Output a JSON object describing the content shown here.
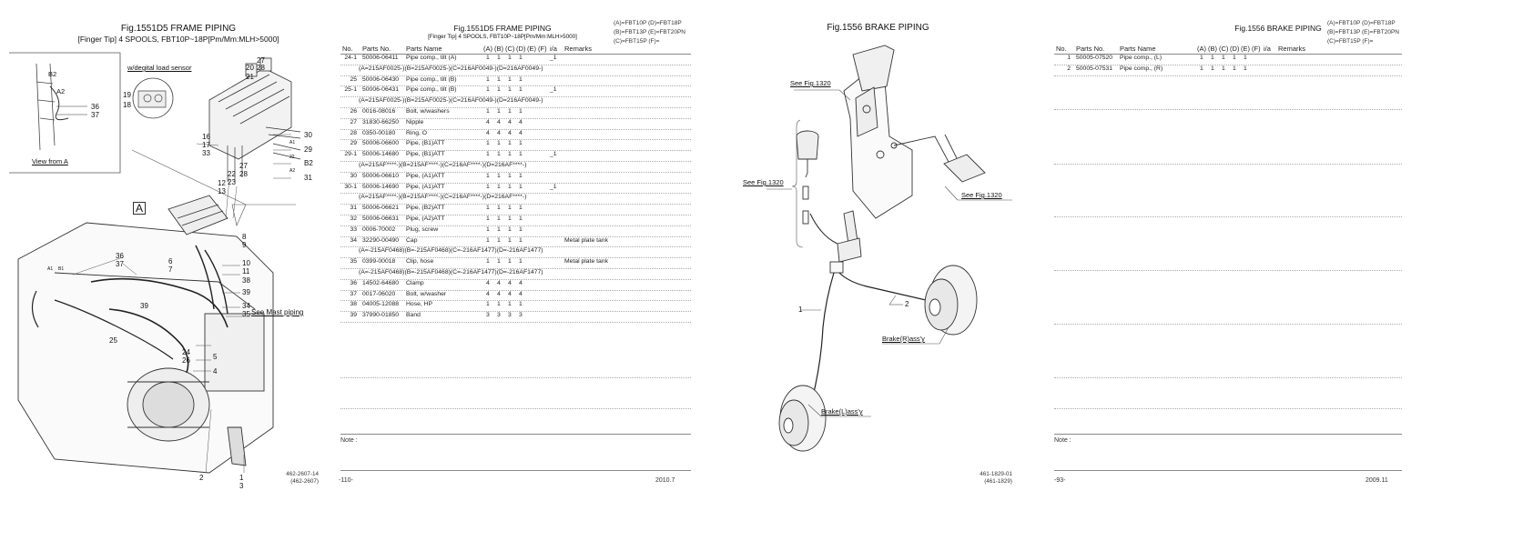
{
  "left_page": {
    "fig_title": "Fig.1551D5  FRAME PIPING",
    "fig_subtitle": "[Finger Tip] 4 SPOOLS, FBT10P~18P[Pm/Mm:MLH>5000]",
    "inset_labels": {
      "b2": "B2",
      "a2": "A2",
      "n36": "36",
      "n37": "37",
      "view": "View from A"
    },
    "load_sensor": "w/degital load sensor",
    "callouts_top": [
      "27",
      "20",
      "28",
      "21",
      "19",
      "18",
      "16",
      "17",
      "33",
      "30",
      "A1",
      "29",
      "32",
      "B2",
      "A2",
      "31",
      "27",
      "28",
      "22",
      "23",
      "12",
      "13"
    ],
    "callouts_main": [
      "A",
      "8",
      "9",
      "10",
      "11",
      "36",
      "37",
      "6",
      "7",
      "38",
      "39",
      "34",
      "35",
      "39",
      "25",
      "24",
      "26",
      "5",
      "4",
      "2",
      "1",
      "3",
      "A1",
      "B1"
    ],
    "see_mast": "See Mast piping",
    "code": [
      "462-2607-14",
      "(462-2607)"
    ]
  },
  "left_table": {
    "fig_title": "Fig.1551D5  FRAME PIPING",
    "fig_subtitle": "[Finger Tip] 4 SPOOLS, FBT10P~18P[Pm/Mm:MLH>5000]",
    "legend": [
      "(A)=FBT10P (D)=FBT18P",
      "(B)=FBT13P (E)=FBT20PN",
      "(C)=FBT15P (F)="
    ],
    "headers": {
      "no": "No.",
      "parts_no": "Parts No.",
      "parts_name": "Parts Name",
      "a": "(A)",
      "b": "(B)",
      "c": "(C)",
      "d": "(D)",
      "e": "(E)",
      "f": "(F)",
      "ia": "i/a",
      "remarks": "Remarks"
    },
    "rows": [
      {
        "no": "24-1",
        "parts_no": "50006-06411",
        "name": "Pipe comp., tilt (A)",
        "a": "1",
        "b": "1",
        "c": "1",
        "d": "1",
        "ia": "_1",
        "remarks": ""
      },
      {
        "note": "(A=215AF0025-)(B=215AF0025-)(C=216AF0049-)(D=216AF0049-)"
      },
      {
        "no": "25",
        "parts_no": "50006-06430",
        "name": "Pipe comp., tilt (B)",
        "a": "1",
        "b": "1",
        "c": "1",
        "d": "1",
        "ia": "",
        "remarks": ""
      },
      {
        "no": "25-1",
        "parts_no": "50006-06431",
        "name": "Pipe comp., tilt (B)",
        "a": "1",
        "b": "1",
        "c": "1",
        "d": "1",
        "ia": "_1",
        "remarks": ""
      },
      {
        "note": "(A=215AF0025-)(B=215AF0025-)(C=216AF0049-)(D=216AF0049-)"
      },
      {
        "no": "26",
        "parts_no": "0016-08016",
        "name": "Bolt, w/washers",
        "a": "1",
        "b": "1",
        "c": "1",
        "d": "1",
        "ia": "",
        "remarks": ""
      },
      {
        "no": "27",
        "parts_no": "31830-66250",
        "name": "Nipple",
        "a": "4",
        "b": "4",
        "c": "4",
        "d": "4",
        "ia": "",
        "remarks": ""
      },
      {
        "no": "28",
        "parts_no": "0350-00180",
        "name": "Ring, O",
        "a": "4",
        "b": "4",
        "c": "4",
        "d": "4",
        "ia": "",
        "remarks": ""
      },
      {
        "no": "29",
        "parts_no": "50006-06600",
        "name": "Pipe, (B1)ATT",
        "a": "1",
        "b": "1",
        "c": "1",
        "d": "1",
        "ia": "",
        "remarks": ""
      },
      {
        "no": "29-1",
        "parts_no": "50006-14680",
        "name": "Pipe, (B1)ATT",
        "a": "1",
        "b": "1",
        "c": "1",
        "d": "1",
        "ia": "_1",
        "remarks": ""
      },
      {
        "note": "(A=215AF****-)(B=215AF****-)(C=216AF****-)(D=216AF****-)"
      },
      {
        "no": "30",
        "parts_no": "50006-06610",
        "name": "Pipe, (A1)ATT",
        "a": "1",
        "b": "1",
        "c": "1",
        "d": "1",
        "ia": "",
        "remarks": ""
      },
      {
        "no": "30-1",
        "parts_no": "50006-14690",
        "name": "Pipe, (A1)ATT",
        "a": "1",
        "b": "1",
        "c": "1",
        "d": "1",
        "ia": "_1",
        "remarks": ""
      },
      {
        "note": "(A=215AF****-)(B=215AF****-)(C=216AF****-)(D=216AF****-)"
      },
      {
        "no": "31",
        "parts_no": "50006-06621",
        "name": "Pipe, (B2)ATT",
        "a": "1",
        "b": "1",
        "c": "1",
        "d": "1",
        "ia": "",
        "remarks": ""
      },
      {
        "no": "32",
        "parts_no": "50006-06631",
        "name": "Pipe, (A2)ATT",
        "a": "1",
        "b": "1",
        "c": "1",
        "d": "1",
        "ia": "",
        "remarks": ""
      },
      {
        "no": "33",
        "parts_no": "0006-70002",
        "name": "Plug, screw",
        "a": "1",
        "b": "1",
        "c": "1",
        "d": "1",
        "ia": "",
        "remarks": ""
      },
      {
        "no": "34",
        "parts_no": "32290-00490",
        "name": "Cap",
        "a": "1",
        "b": "1",
        "c": "1",
        "d": "1",
        "ia": "",
        "remarks": "Metal plate tank"
      },
      {
        "note": "(A=-215AF0468)(B=-215AF0468)(C=-216AF1477)(D=-216AF1477)"
      },
      {
        "no": "35",
        "parts_no": "0399-00018",
        "name": "Clip, hose",
        "a": "1",
        "b": "1",
        "c": "1",
        "d": "1",
        "ia": "",
        "remarks": "Metal plate tank"
      },
      {
        "note": "(A=-215AF0468)(B=-215AF0468)(C=-216AF1477)(D=-216AF1477)"
      },
      {
        "no": "36",
        "parts_no": "14502-64680",
        "name": "Clamp",
        "a": "4",
        "b": "4",
        "c": "4",
        "d": "4",
        "ia": "",
        "remarks": ""
      },
      {
        "no": "37",
        "parts_no": "0017-06020",
        "name": "Bolt, w/washer",
        "a": "4",
        "b": "4",
        "c": "4",
        "d": "4",
        "ia": "",
        "remarks": ""
      },
      {
        "no": "38",
        "parts_no": "04005-12088",
        "name": "Hose, HP",
        "a": "1",
        "b": "1",
        "c": "1",
        "d": "1",
        "ia": "",
        "remarks": ""
      },
      {
        "no": "39",
        "parts_no": "37990-01850",
        "name": "Band",
        "a": "3",
        "b": "3",
        "c": "3",
        "d": "3",
        "ia": "",
        "remarks": ""
      }
    ],
    "note_label": "Note :",
    "page_no": "-110-",
    "date": "2010.7"
  },
  "right_page": {
    "fig_title": "Fig.1556  BRAKE PIPING",
    "see1": "See Fig.1320",
    "see2": "See Fig.1320",
    "see3": "See Fig.1320",
    "n1": "1",
    "n2": "2",
    "brake_r": "Brake(R)ass'y",
    "brake_l": "Brake(L)ass'y",
    "code": [
      "461-1829-01",
      "(461-1829)"
    ]
  },
  "right_table": {
    "fig_title": "Fig.1556  BRAKE PIPING",
    "legend": [
      "(A)=FBT10P (D)=FBT18P",
      "(B)=FBT13P (E)=FBT20PN",
      "(C)=FBT15P (F)="
    ],
    "headers": {
      "no": "No.",
      "parts_no": "Parts No.",
      "parts_name": "Parts Name",
      "a": "(A)",
      "b": "(B)",
      "c": "(C)",
      "d": "(D)",
      "e": "(E)",
      "f": "(F)",
      "ia": "i/a",
      "remarks": "Remarks"
    },
    "rows": [
      {
        "no": "1",
        "parts_no": "50005-07520",
        "name": "Pipe comp., (L)",
        "a": "1",
        "b": "1",
        "c": "1",
        "d": "1",
        "e": "1"
      },
      {
        "no": "2",
        "parts_no": "50005-07531",
        "name": "Pipe comp., (R)",
        "a": "1",
        "b": "1",
        "c": "1",
        "d": "1",
        "e": "1"
      }
    ],
    "note_label": "Note :",
    "page_no": "-93-",
    "date": "2009.11"
  }
}
